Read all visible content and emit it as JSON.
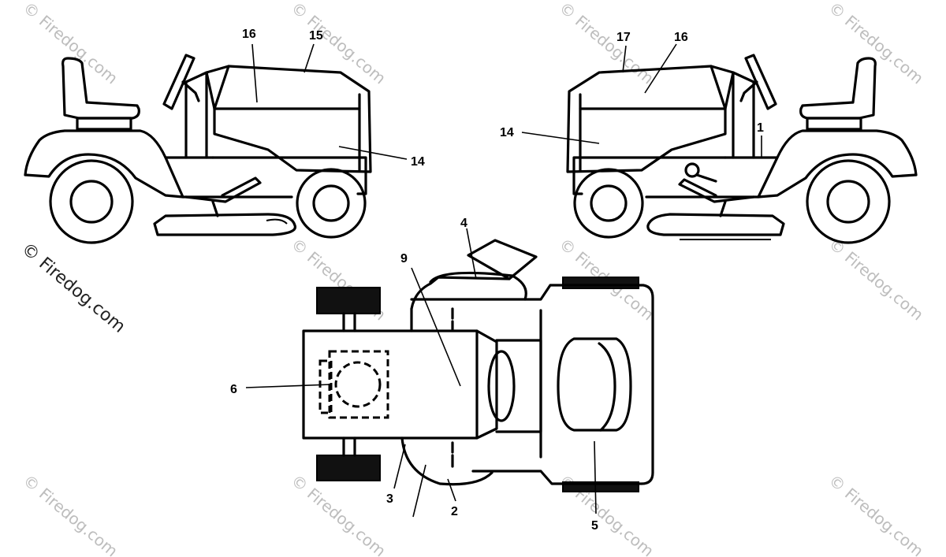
{
  "watermark": {
    "text": "© Firedog.com"
  },
  "labels": {
    "left_16": "16",
    "left_15": "15",
    "left_14": "14",
    "right_17": "17",
    "right_16": "16",
    "right_14": "14",
    "right_1": "1",
    "top_4": "4",
    "top_9": "9",
    "top_6": "6",
    "top_3": "3",
    "top_2": "2",
    "top_5": "5"
  }
}
